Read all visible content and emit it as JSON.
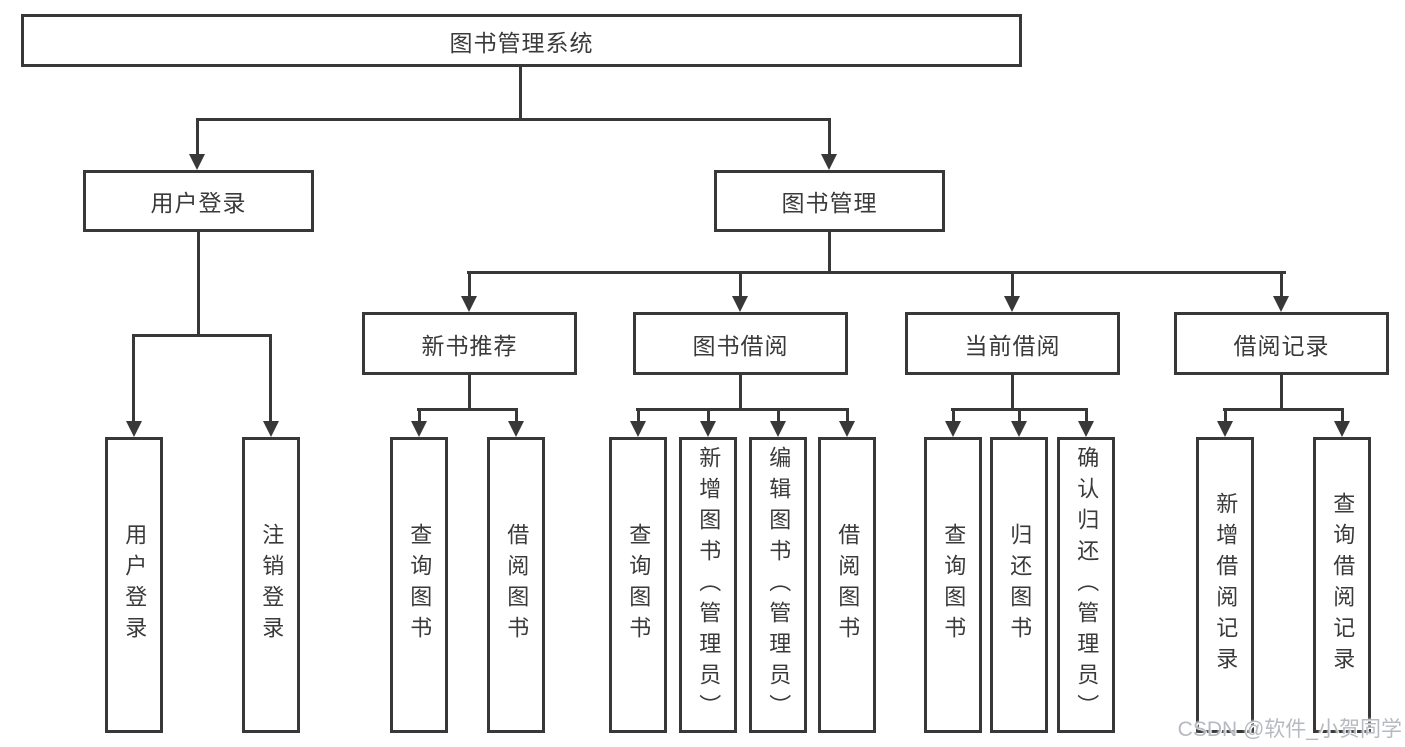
{
  "root": {
    "label": "图书管理系统"
  },
  "level2": {
    "user_login": {
      "label": "用户登录"
    },
    "book_mgmt": {
      "label": "图书管理"
    }
  },
  "level3": {
    "new_books": {
      "label": "新书推荐"
    },
    "book_borrow": {
      "label": "图书借阅"
    },
    "current_borrow": {
      "label": "当前借阅"
    },
    "borrow_records": {
      "label": "借阅记录"
    }
  },
  "leaves": {
    "user_login_1": {
      "label": "用户登录"
    },
    "user_login_2": {
      "label": "注销登录"
    },
    "new_books_1": {
      "label": "查询图书"
    },
    "new_books_2": {
      "label": "借阅图书"
    },
    "book_borrow_1": {
      "label": "查询图书"
    },
    "book_borrow_2": {
      "label": "新增图书（管理员）"
    },
    "book_borrow_3": {
      "label": "编辑图书（管理员）"
    },
    "book_borrow_4": {
      "label": "借阅图书"
    },
    "current_borrow_1": {
      "label": "查询图书"
    },
    "current_borrow_2": {
      "label": "归还图书"
    },
    "current_borrow_3": {
      "label": "确认归还（管理员）"
    },
    "borrow_records_1": {
      "label": "新增借阅记录"
    },
    "borrow_records_2": {
      "label": "查询借阅记录"
    }
  },
  "watermark": {
    "text": "CSDN @软件_小贺同学"
  },
  "colors": {
    "line": "#383838",
    "text": "#3a3a3a",
    "watermark": "#b6bac0",
    "background": "#ffffff"
  }
}
